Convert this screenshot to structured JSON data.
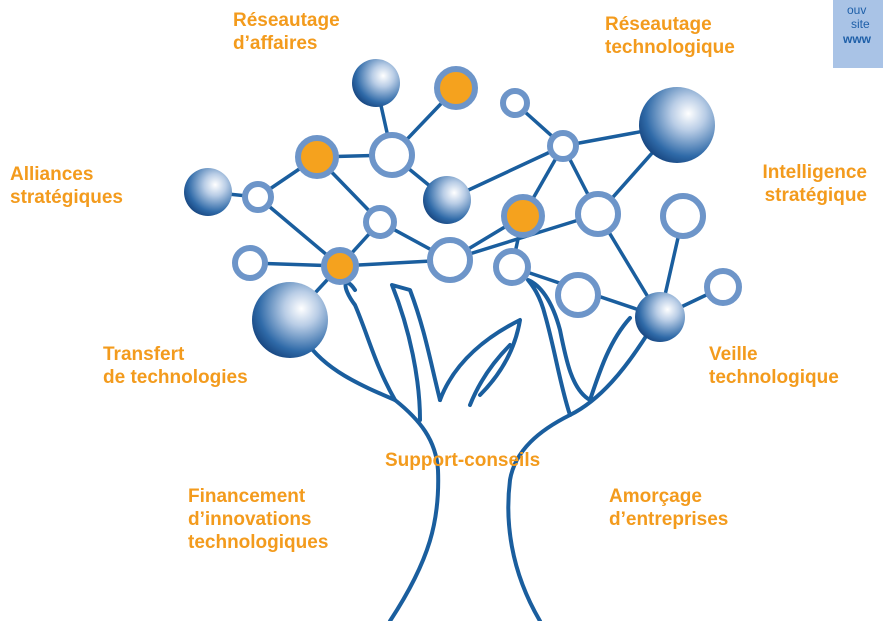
{
  "labels": {
    "reseautage_affaires": [
      "Réseautage",
      "d’affaires"
    ],
    "reseautage_techno": [
      "Réseautage",
      "technologique"
    ],
    "alliances": [
      "Alliances",
      "stratégiques"
    ],
    "intelligence": [
      "Intelligence",
      "stratégique"
    ],
    "transfert": [
      "Transfert",
      "de technologies"
    ],
    "veille": [
      "Veille",
      "technologique"
    ],
    "support": "Support-conseils",
    "financement": [
      "Financement",
      "d’innovations",
      "technologiques"
    ],
    "amorcage": [
      "Amorçage",
      "d’entreprises"
    ]
  },
  "corner_note": {
    "line1": "ouv",
    "line2": "site",
    "line3": "www"
  },
  "colors": {
    "label": "#f39b1d",
    "branch": "#1a5e9e",
    "ring": "#6d95c9",
    "orange_fill": "#f5a21e",
    "corner_bg": "#a9c3e6"
  }
}
